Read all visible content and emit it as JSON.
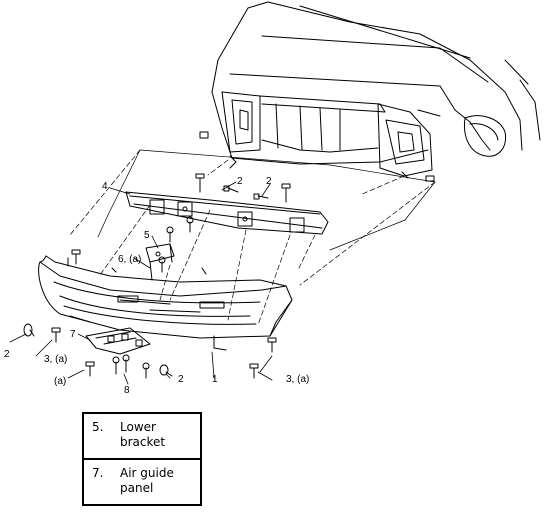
{
  "callouts": {
    "c1": "1",
    "c2a": "2",
    "c2b": "2",
    "c2c": "2",
    "c2d": "2",
    "c3a": "3, (a)",
    "c3b": "3, (a)",
    "c4": "4",
    "c5": "5",
    "c6": "6, (a)",
    "c7": "7",
    "c8": "8",
    "ca": "(a)"
  },
  "legend": [
    {
      "number": "5.",
      "text": "Lower bracket"
    },
    {
      "number": "7.",
      "text": "Air guide panel"
    }
  ]
}
